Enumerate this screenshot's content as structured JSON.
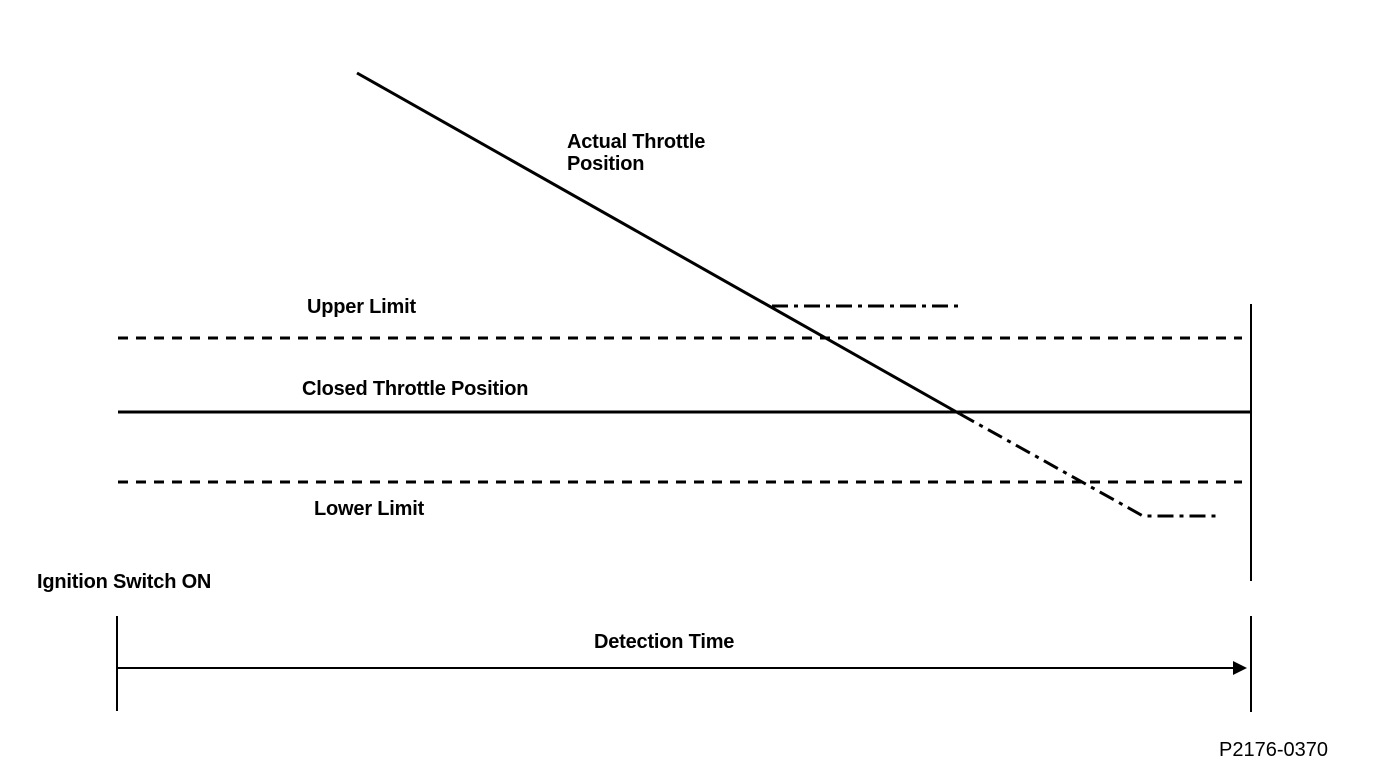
{
  "figure": {
    "code": "P2176-0370",
    "labels": {
      "actual_throttle": "Actual Throttle\nPosition",
      "upper_limit": "Upper Limit",
      "closed_throttle": "Closed Throttle Position",
      "lower_limit": "Lower Limit",
      "ignition": "Ignition Switch ON",
      "detection_time": "Detection Time"
    },
    "colors": {
      "line": "#000000",
      "background": "#ffffff"
    }
  },
  "diagram": {
    "type": "timing-diagram",
    "lines": [
      {
        "name": "actual-throttle-position",
        "label": "Actual Throttle Position",
        "style": "solid",
        "shape": "diagonal-descending"
      },
      {
        "name": "throttle-hold-upper",
        "label": "",
        "style": "dash-dot",
        "shape": "horizontal",
        "level": "above Upper Limit"
      },
      {
        "name": "throttle-hold-lower",
        "label": "",
        "style": "dash-dot",
        "shape": "diagonal-then-horizontal",
        "level": "below Lower Limit"
      },
      {
        "name": "upper-limit",
        "label": "Upper Limit",
        "style": "dashed",
        "shape": "horizontal"
      },
      {
        "name": "closed-throttle-position",
        "label": "Closed Throttle Position",
        "style": "solid",
        "shape": "horizontal"
      },
      {
        "name": "lower-limit",
        "label": "Lower Limit",
        "style": "dashed",
        "shape": "horizontal"
      }
    ],
    "x_axis": {
      "label": "Detection Time",
      "start_marker": "Ignition Switch ON",
      "style": "arrow-right"
    }
  }
}
